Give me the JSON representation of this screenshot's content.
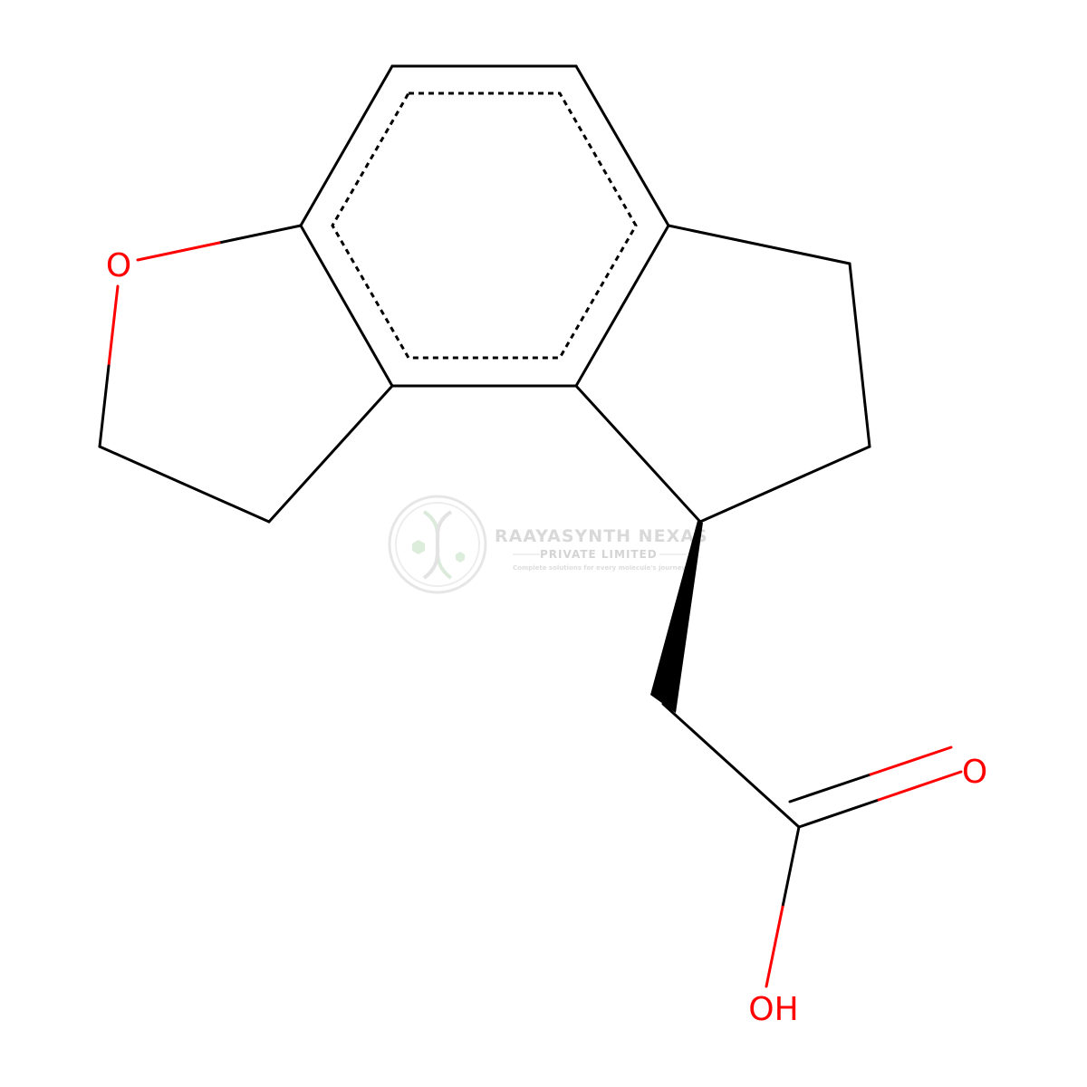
{
  "atoms": {
    "ring_oxygen": "O",
    "carbonyl_oxygen": "O",
    "hydroxyl": "OH"
  },
  "watermark": {
    "company": "RAAYASYNTH NEXAS",
    "subtitle": "PRIVATE LIMITED",
    "tagline": "Complete solutions for every molecule's journey"
  },
  "colors": {
    "bond": "#000000",
    "heteroatom": "#ff0000",
    "watermark": "#d5d5d5"
  }
}
